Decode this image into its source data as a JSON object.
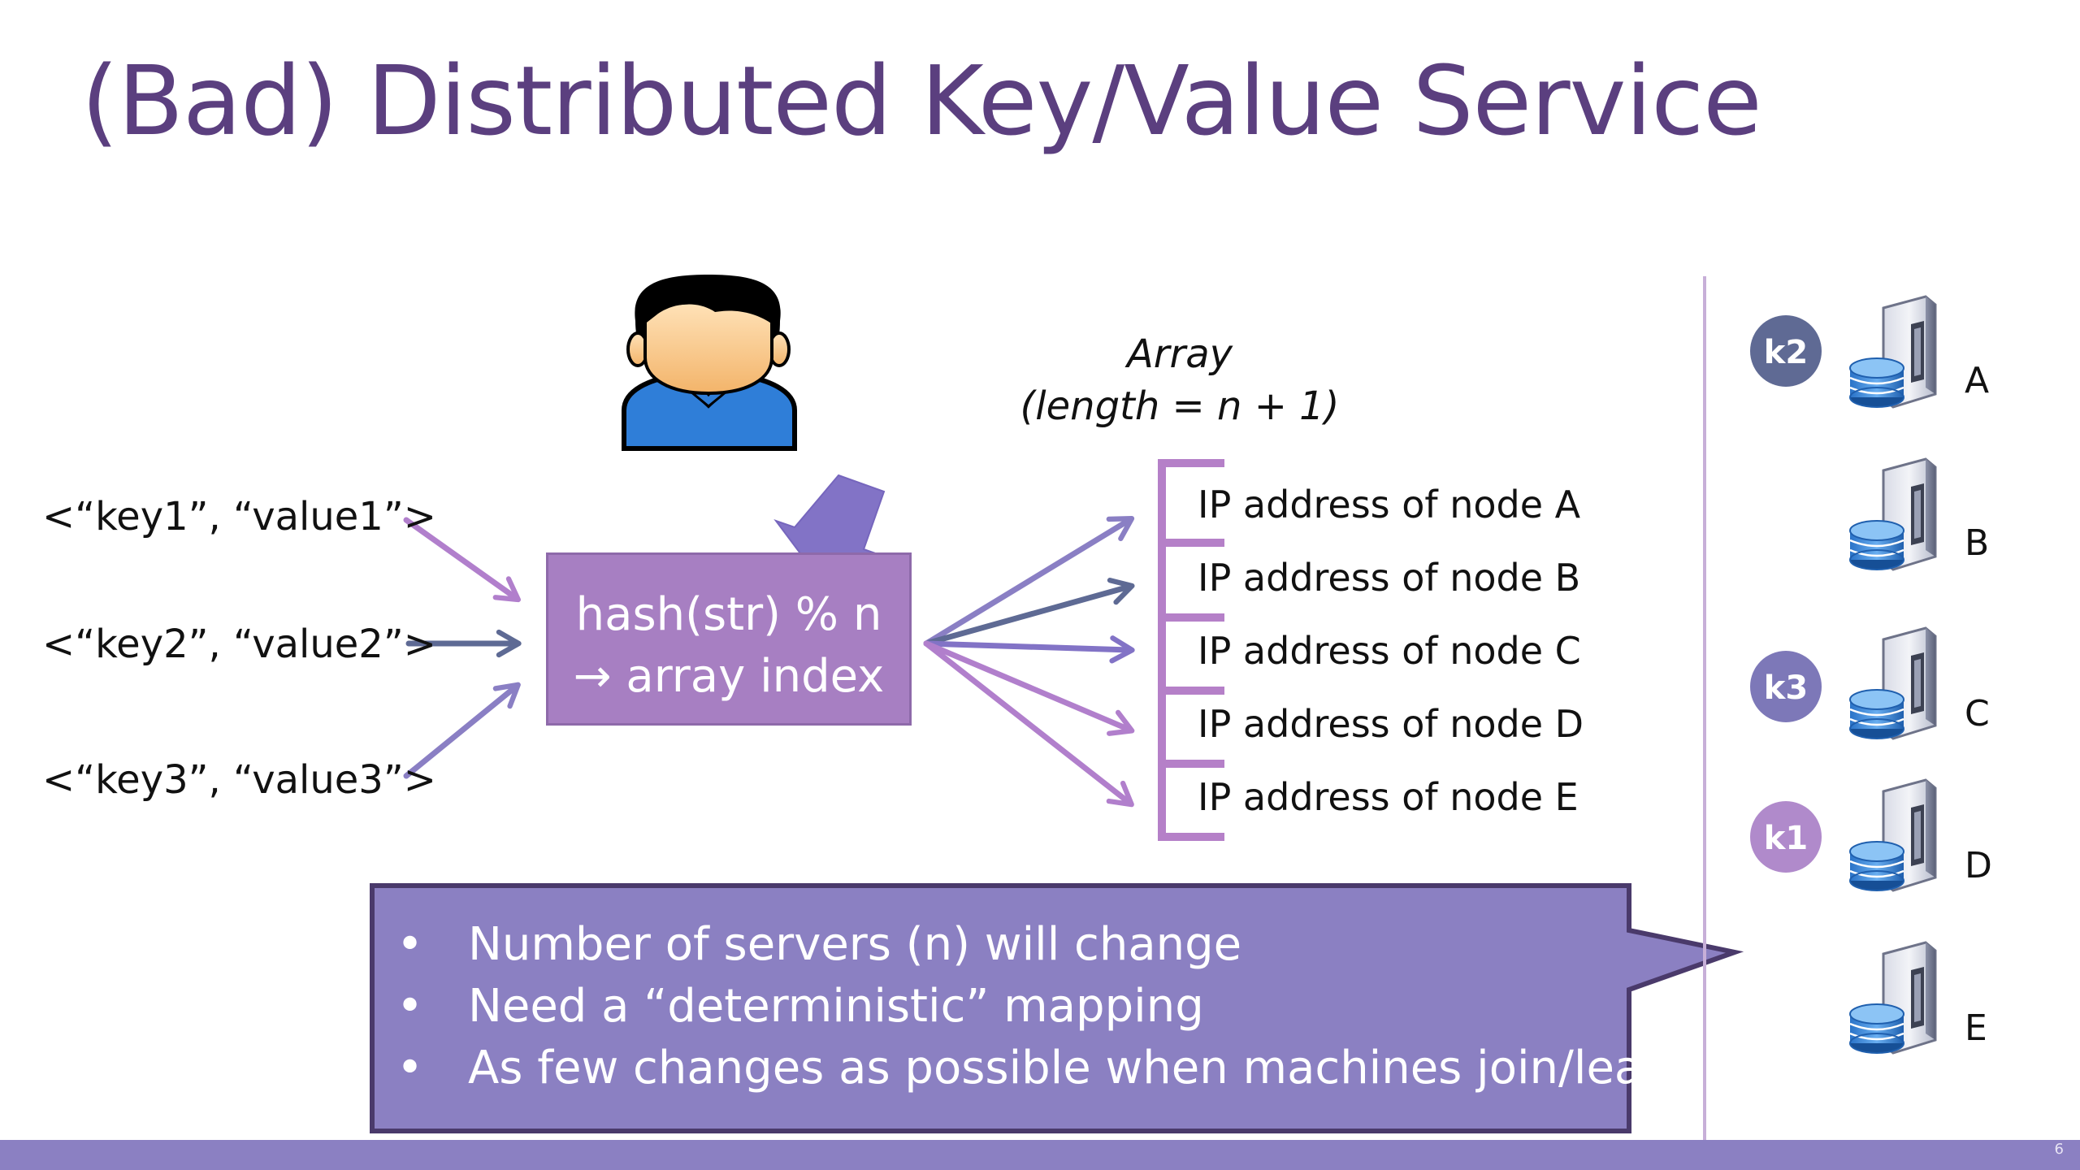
{
  "title": "(Bad) Distributed Key/Value Service",
  "key_value_pairs": [
    "<“key1”, “value1”>",
    "<“key2”, “value2”>",
    "<“key3”, “value3”>"
  ],
  "hash_box": {
    "line1": "hash(str) % n",
    "line2": "→ array index"
  },
  "array": {
    "caption_line1": "Array",
    "caption_line2": "(length = n + 1)",
    "entries": [
      "IP address of node A",
      "IP address of node B",
      "IP address of node C",
      "IP address of node D",
      "IP address of node E"
    ]
  },
  "callout": {
    "bullets": [
      "Number of servers (n) will change",
      "Need a “deterministic” mapping",
      "As few changes as possible when machines join/leave"
    ]
  },
  "servers": [
    {
      "label": "A",
      "key": "k2",
      "key_color": "#5f6a94"
    },
    {
      "label": "B",
      "key": "",
      "key_color": ""
    },
    {
      "label": "C",
      "key": "k3",
      "key_color": "#7d78b8"
    },
    {
      "label": "D",
      "key": "k1",
      "key_color": "#b08acb"
    },
    {
      "label": "E",
      "key": "",
      "key_color": ""
    }
  ],
  "page_number": "6",
  "colors": {
    "title": "#5b3f7f",
    "hash_box": "#a77fc2",
    "callout": "#8b80c2",
    "bracket": "#b580c8",
    "arrow_light": "#b17fcc",
    "arrow_dark": "#5e6a94",
    "arrow_mid": "#8a7fc4",
    "bottom_bar": "#8b80c2"
  }
}
